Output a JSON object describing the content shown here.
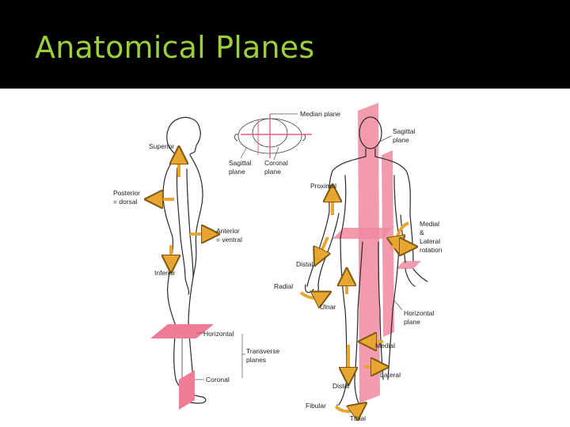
{
  "slide": {
    "title": "Anatomical Planes"
  },
  "labels": {
    "superior": "Superior",
    "posterior_1": "Posterior",
    "posterior_2": "= dorsal",
    "anterior_1": "Anterior",
    "anterior_2": "= ventral",
    "inferior": "Inferior",
    "horizontal_left": "Horizontal",
    "transverse_1": "Transverse",
    "transverse_2": "planes",
    "coronal_left": "Coronal",
    "median_plane": "Median plane",
    "sagittal_head_1": "Sagittal",
    "sagittal_head_2": "plane",
    "coronal_head_1": "Coronal",
    "coronal_head_2": "plane",
    "sagittal_right_1": "Sagittal",
    "sagittal_right_2": "plane",
    "proximal": "Proximal",
    "medial_1": "Medial",
    "medial_2": "&",
    "medial_3": "Lateral",
    "medial_4": "rotation",
    "distal_arm": "Distal",
    "radial": "Radial",
    "ulnar": "Ulnar",
    "horizontal_right_1": "Horizontal",
    "horizontal_right_2": "plane",
    "medial_leg": "Medial",
    "lateral_leg": "Lateral",
    "distal_leg": "Distal",
    "fibular": "Fibular",
    "tibial": "Tibial"
  },
  "colors": {
    "title": "#9ccf3c",
    "plane": "#f08aa0",
    "arrow": "#e8a630"
  }
}
